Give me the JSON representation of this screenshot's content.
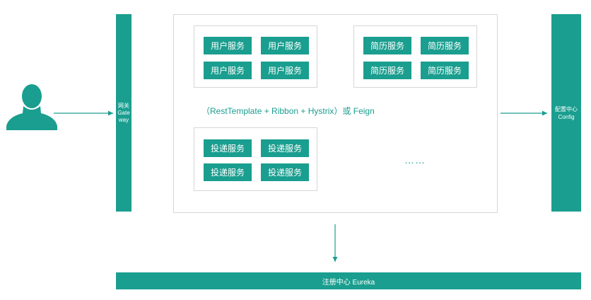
{
  "colors": {
    "accent": "#1a9e8f",
    "border": "#d6d6d6",
    "user": "#1a9e8f"
  },
  "user": {
    "icon": "user-silhouette-icon"
  },
  "gateway": {
    "label_cn": "网关",
    "label_en_1": "Gate",
    "label_en_2": "way"
  },
  "config": {
    "label_cn": "配置中心",
    "label_en": "Config"
  },
  "registry": {
    "label": "注册中心 Eureka"
  },
  "groups": [
    {
      "services": [
        "用户服务",
        "用户服务",
        "用户服务",
        "用户服务"
      ]
    },
    {
      "services": [
        "简历服务",
        "简历服务",
        "简历服务",
        "简历服务"
      ]
    },
    {
      "services": [
        "投递服务",
        "投递服务",
        "投递服务",
        "投递服务"
      ]
    }
  ],
  "tech_text": "（RestTemplate + Ribbon + Hystrix）或 Feign",
  "ellipsis": "……"
}
